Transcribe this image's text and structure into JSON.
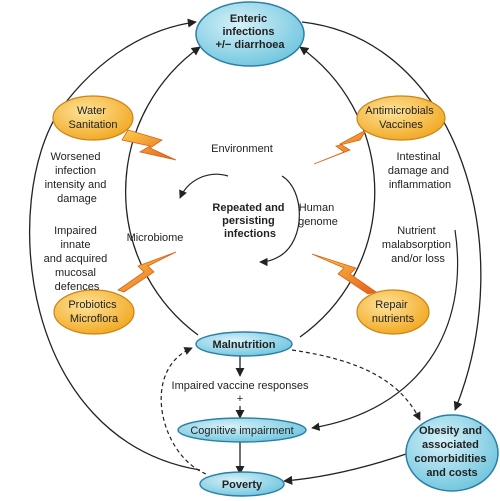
{
  "nodes": {
    "enteric_infections": [
      "Enteric",
      "infections",
      "+/− diarrhoea"
    ],
    "water_sanitation": [
      "Water",
      "Sanitation"
    ],
    "antimicrobials_vaccines": [
      "Antimicrobials",
      "Vaccines"
    ],
    "probiotics_microflora": [
      "Probiotics",
      "Microflora"
    ],
    "repair_nutrients": [
      "Repair",
      "nutrients"
    ],
    "malnutrition": "Malnutrition",
    "cognitive_impairment": "Cognitive impairment",
    "poverty": "Poverty",
    "obesity": [
      "Obesity and",
      "associated",
      "comorbidities",
      "and costs"
    ]
  },
  "labels": {
    "environment": "Environment",
    "center": [
      "Repeated and",
      "persisting",
      "infections"
    ],
    "human_genome": [
      "Human",
      "genome"
    ],
    "microbiome": "Microbiome",
    "worsened": [
      "Worsened",
      "infection",
      "intensity and",
      "damage"
    ],
    "intestinal": [
      "Intestinal",
      "damage and",
      "inflammation"
    ],
    "impaired_innate": [
      "Impaired",
      "innate",
      "and acquired",
      "mucosal",
      "defences"
    ],
    "nutrient": [
      "Nutrient",
      "malabsorption",
      "and/or loss"
    ],
    "impaired_vaccine": "Impaired vaccine responses",
    "plus": "+"
  },
  "colors": {
    "blue_node": "#8fd3e6",
    "blue_node_edge": "#2b7fa6",
    "orange_node": "#f7b733",
    "orange_node_edge": "#c9861a",
    "bolt": "#ee7d22",
    "line": "#222222"
  }
}
